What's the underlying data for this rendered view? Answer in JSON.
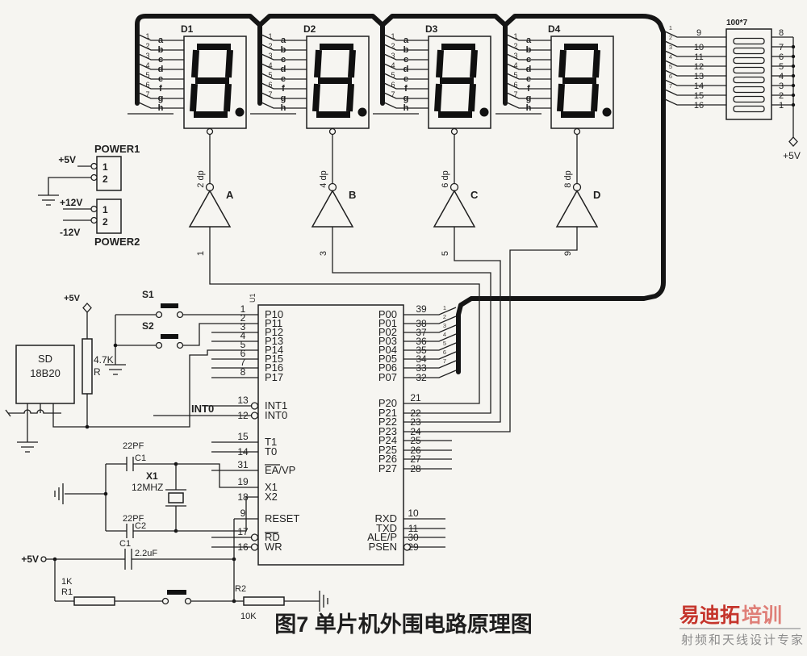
{
  "colors": {
    "ink": "#1f1f1f",
    "paper": "#f6f5f1",
    "bus": "#151515",
    "watermark_red": "#c5352c",
    "watermark_red_light": "#df7f78",
    "watermark_gray": "#8d8d8d"
  },
  "caption": "图7 单片机外围电路原理图",
  "watermark": {
    "brand_bold": "易迪拓",
    "brand_light": "培训",
    "tagline": "射频和天线设计专家"
  },
  "nets": {
    "v5": "+5V",
    "v12": "+12V",
    "vneg12": "-12V",
    "int0": "INT0"
  },
  "displays": {
    "labels": [
      "D1",
      "D2",
      "D3",
      "D4"
    ],
    "pin_numbers": [
      "1",
      "2",
      "3",
      "4",
      "5",
      "6",
      "7",
      ""
    ],
    "segment_letters": [
      "a",
      "b",
      "c",
      "d",
      "e",
      "f",
      "g",
      "h"
    ]
  },
  "drivers": [
    {
      "label": "A",
      "out_pin": "2 dp",
      "in_pin": "1"
    },
    {
      "label": "B",
      "out_pin": "4 dp",
      "in_pin": "3"
    },
    {
      "label": "C",
      "out_pin": "6 dp",
      "in_pin": "5"
    },
    {
      "label": "D",
      "out_pin": "8 dp",
      "in_pin": "9"
    }
  ],
  "resistor_network": {
    "title": "100*7",
    "left_pins": [
      "9",
      "10",
      "11",
      "12",
      "13",
      "14",
      "15",
      "16"
    ],
    "right_pins": [
      "8",
      "7",
      "6",
      "5",
      "4",
      "3",
      "2",
      "1"
    ],
    "bus_index": [
      "1",
      "2",
      "3",
      "4",
      "5",
      "6",
      "7"
    ]
  },
  "power": {
    "p1_label": "POWER1",
    "p2_label": "POWER2",
    "pin1": "1",
    "pin2": "2"
  },
  "sensor": {
    "name_line1": "SD",
    "name_line2": "18B20"
  },
  "pullup": {
    "value": "4.7K",
    "ref": "R"
  },
  "switches": {
    "s1": "S1",
    "s2": "S2"
  },
  "mcu": {
    "ref": "U1",
    "p0_bus_index": [
      "1",
      "2",
      "3",
      "4",
      "5",
      "6",
      "7"
    ],
    "left_pins": [
      {
        "num": "1",
        "name": "P10"
      },
      {
        "num": "2",
        "name": "P11"
      },
      {
        "num": "3",
        "name": "P12"
      },
      {
        "num": "4",
        "name": "P13"
      },
      {
        "num": "5",
        "name": "P14"
      },
      {
        "num": "6",
        "name": "P15"
      },
      {
        "num": "7",
        "name": "P16"
      },
      {
        "num": "8",
        "name": "P17"
      },
      {
        "num": "13",
        "name": "INT1"
      },
      {
        "num": "12",
        "name": "INT0"
      },
      {
        "num": "15",
        "name": "T1"
      },
      {
        "num": "14",
        "name": "T0"
      },
      {
        "num": "31",
        "name": "EA/VP"
      },
      {
        "num": "19",
        "name": "X1"
      },
      {
        "num": "18",
        "name": "X2"
      },
      {
        "num": "9",
        "name": "RESET"
      },
      {
        "num": "17",
        "name": "RD"
      },
      {
        "num": "16",
        "name": "WR"
      }
    ],
    "right_pins": [
      {
        "num": "39",
        "name": "P00"
      },
      {
        "num": "38",
        "name": "P01"
      },
      {
        "num": "37",
        "name": "P02"
      },
      {
        "num": "36",
        "name": "P03"
      },
      {
        "num": "35",
        "name": "P04"
      },
      {
        "num": "34",
        "name": "P05"
      },
      {
        "num": "33",
        "name": "P06"
      },
      {
        "num": "32",
        "name": "P07"
      },
      {
        "num": "21",
        "name": "P20"
      },
      {
        "num": "22",
        "name": "P21"
      },
      {
        "num": "23",
        "name": "P22"
      },
      {
        "num": "24",
        "name": "P23"
      },
      {
        "num": "25",
        "name": "P24"
      },
      {
        "num": "26",
        "name": "P25"
      },
      {
        "num": "27",
        "name": "P26"
      },
      {
        "num": "28",
        "name": "P27"
      },
      {
        "num": "10",
        "name": "RXD"
      },
      {
        "num": "11",
        "name": "TXD"
      },
      {
        "num": "30",
        "name": "ALE/P"
      },
      {
        "num": "29",
        "name": "PSEN"
      }
    ]
  },
  "crystal": {
    "ref": "X1",
    "freq": "12MHZ",
    "cap_top_ref": "C1",
    "cap_top_val": "22PF",
    "cap_bot_ref": "C2",
    "cap_bot_val": "22PF"
  },
  "reset_circuit": {
    "cap_ref": "C1",
    "cap_val": "2.2uF",
    "r1_val": "1K",
    "r1_ref": "R1",
    "r2_ref": "R2",
    "r2_val": "10K"
  }
}
